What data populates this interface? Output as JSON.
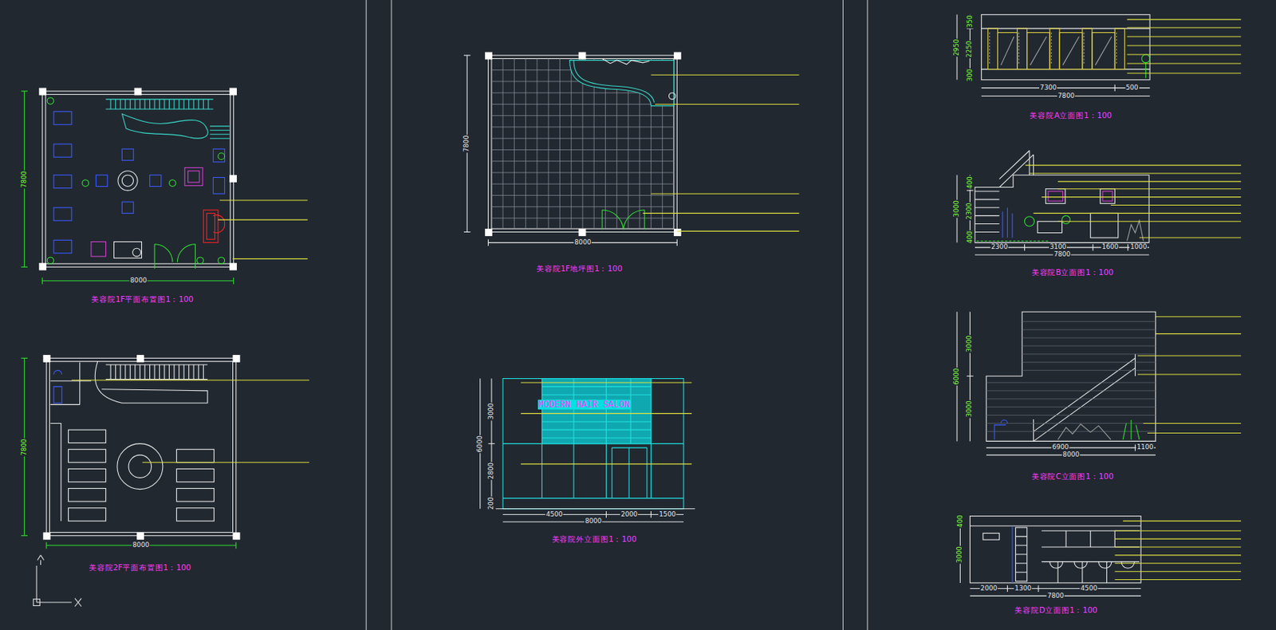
{
  "diagram": {
    "labels": [
      "7800",
      "8000",
      "美容院1F平面布置图1：100",
      "7800",
      "8000",
      "美容院2F平面布置图1：100",
      "7800",
      "8000",
      "美容院1F地坪图1：100",
      "3000",
      "6000",
      "2800",
      "200",
      "4500",
      "2000",
      "1500",
      "8000",
      "MODERN HAIR SALON",
      "美容院外立面图1：100",
      "350",
      "2950",
      "2250",
      "300",
      "7300",
      "500",
      "7800",
      "美容院A立面图1：100",
      "400",
      "3000",
      "2300",
      "400",
      "2300",
      "3100",
      "1600",
      "1000",
      "7800",
      "美容院B立面图1：100",
      "3000",
      "6000",
      "3000",
      "6900",
      "1100",
      "8000",
      "美容院C立面图1：100",
      "400",
      "3000",
      "2000",
      "1300",
      "4500",
      "7800",
      "美容院D立面图1：100"
    ]
  }
}
